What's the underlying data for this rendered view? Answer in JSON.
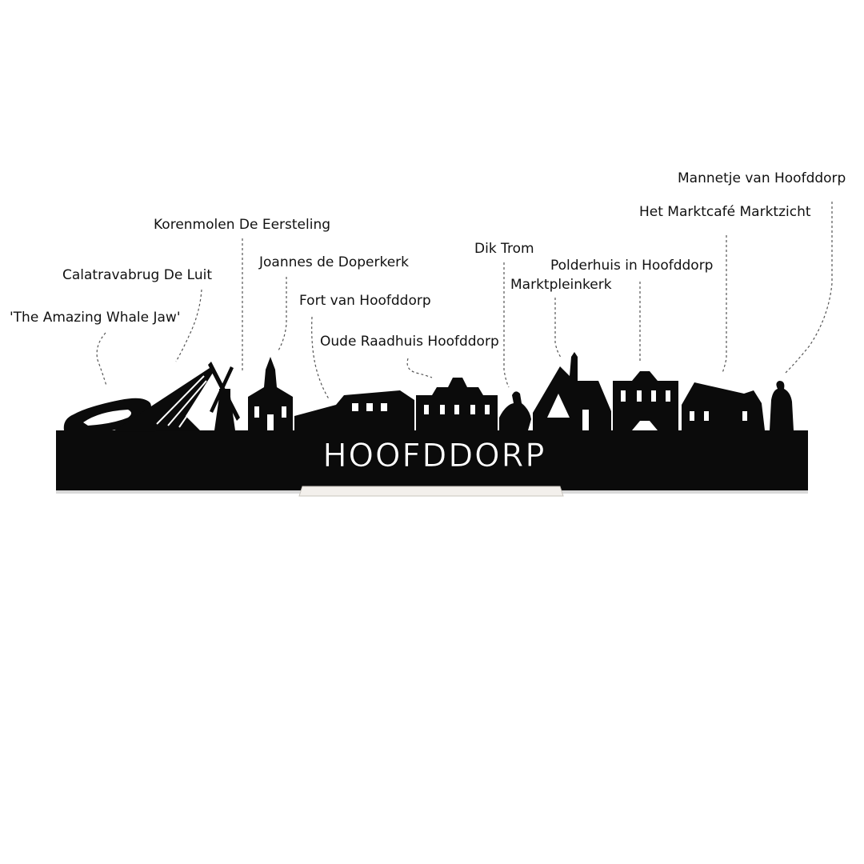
{
  "title": "HOOFDDORP",
  "colors": {
    "silhouette": "#0b0b0b",
    "leader": "#555555",
    "background": "#ffffff"
  },
  "landmarks": [
    {
      "id": "whale-jaw",
      "label": "'The Amazing Whale Jaw'"
    },
    {
      "id": "calatravabrug",
      "label": "Calatravabrug De Luit"
    },
    {
      "id": "korenmolen",
      "label": "Korenmolen De Eersteling"
    },
    {
      "id": "joannes",
      "label": "Joannes de Doperkerk"
    },
    {
      "id": "fort",
      "label": "Fort van Hoofddorp"
    },
    {
      "id": "raadhuis",
      "label": "Oude Raadhuis Hoofddorp"
    },
    {
      "id": "dik-trom",
      "label": "Dik Trom"
    },
    {
      "id": "marktpleinkerk",
      "label": "Marktpleinkerk"
    },
    {
      "id": "polderhuis",
      "label": "Polderhuis in Hoofddorp"
    },
    {
      "id": "marktcafe",
      "label": "Het Marktcafé Marktzicht"
    },
    {
      "id": "mannetje",
      "label": "Mannetje van Hoofddorp"
    }
  ]
}
